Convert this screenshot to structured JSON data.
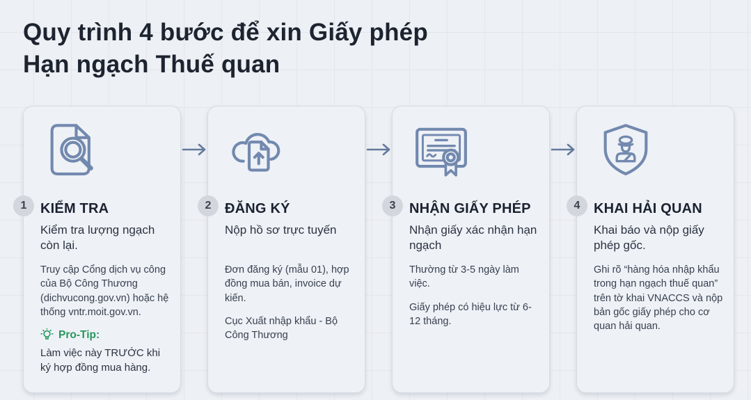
{
  "page": {
    "title_line1": "Quy trình 4 bước để xin Giấy phép",
    "title_line2": "Hạn ngạch Thuế quan"
  },
  "colors": {
    "background": "#edf0f4",
    "grid_line": "#e3e7ed",
    "card_background": "#eef1f6",
    "card_border": "#d7dce4",
    "icon_stroke": "#7289ae",
    "arrow": "#64799d",
    "badge_background": "#d3d7dd",
    "title_text": "#1d2430",
    "body_text": "#38414f",
    "protip_green": "#27975e"
  },
  "steps": [
    {
      "number": "1",
      "icon": "document-search-icon",
      "title": "KIỂM TRA",
      "subtitle": "Kiểm tra lượng ngạch còn lại.",
      "details": [
        "Truy cập Cổng dịch vụ công của Bộ Công Thương (dichvucong.gov.vn) hoặc hệ thống vntr.moit.gov.vn."
      ],
      "protip_label": "Pro-Tip:",
      "protip_text": "Làm việc này TRƯỚC khi ký hợp đồng mua hàng."
    },
    {
      "number": "2",
      "icon": "cloud-upload-icon",
      "title": "ĐĂNG KÝ",
      "subtitle": "Nộp hồ sơ trực tuyến",
      "details": [
        "Đơn đăng ký (mẫu 01), hợp đồng mua bán, invoice dự kiến.",
        "Cục Xuất nhập khẩu - Bộ Công Thương"
      ]
    },
    {
      "number": "3",
      "icon": "certificate-icon",
      "title": "NHẬN GIẤY PHÉP",
      "subtitle": "Nhận giấy xác nhận hạn ngạch",
      "details": [
        "Thường từ 3-5 ngày làm việc.",
        "Giấy phép có hiệu lực từ 6-12 tháng."
      ]
    },
    {
      "number": "4",
      "icon": "customs-shield-icon",
      "title": "KHAI HẢI QUAN",
      "subtitle": "Khai báo và nộp giấy phép gốc.",
      "details": [
        "Ghi rõ “hàng hóa nhập khẩu trong hạn ngạch thuế quan” trên tờ khai VNACCS và nộp bản gốc giấy phép cho cơ quan hải quan."
      ]
    }
  ]
}
